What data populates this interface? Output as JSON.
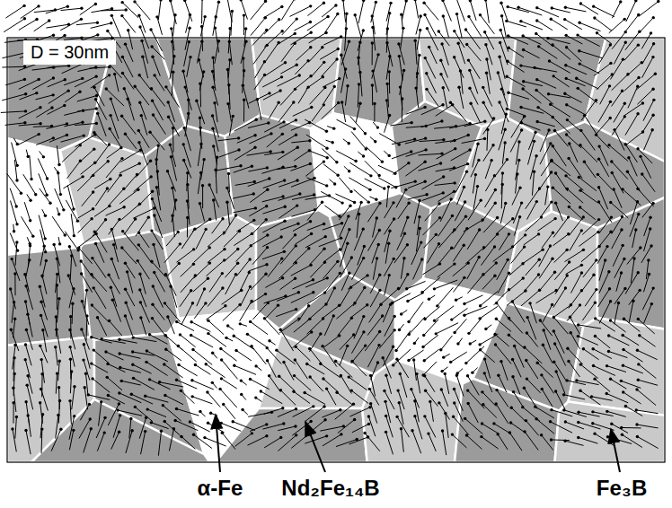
{
  "diagram": {
    "labels": [
      "D = 30nm",
      "α-Fe",
      "Nd₂Fe₁₄B",
      "Fe₃B"
    ]
  }
}
